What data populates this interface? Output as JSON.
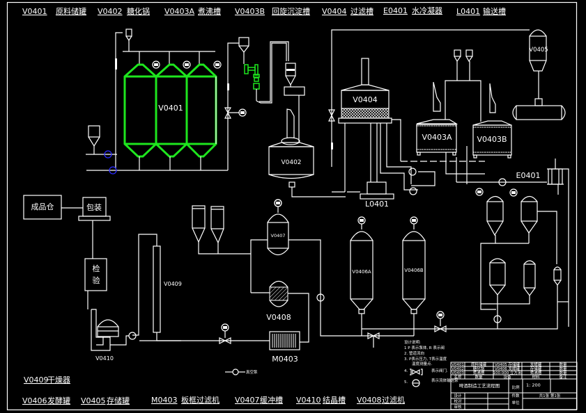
{
  "legend_top": [
    {
      "code": "V0401",
      "name": "原料储罐"
    },
    {
      "code": "V0402",
      "name": "糖化锅"
    },
    {
      "code": "V0403A",
      "name": "煮沸槽"
    },
    {
      "code": "V0403B",
      "name": "回旋沉淀槽"
    },
    {
      "code": "V0404",
      "name": "过滤槽"
    },
    {
      "code": "E0401",
      "name": "水冷凝器"
    },
    {
      "code": "L0401",
      "name": "输送槽"
    }
  ],
  "legend_bottom": [
    {
      "code": "V0409",
      "name": "干燥器"
    },
    {
      "code": "V0406",
      "name": "发酵罐"
    },
    {
      "code": "V0405",
      "name": "存储罐"
    },
    {
      "code": "M0403",
      "name": "板框过滤机"
    },
    {
      "code": "V0407",
      "name": "缓冲槽"
    },
    {
      "code": "V0410",
      "name": "结晶槽"
    },
    {
      "code": "V0408",
      "name": "过滤机"
    }
  ],
  "equipment_labels": {
    "v0401": "V0401",
    "v0402": "V0402",
    "v0403a": "V0403A",
    "v0403b": "V0403B",
    "v0404": "V0404",
    "v0405": "V0405",
    "v0406a": "V0406A",
    "v0406b": "V0406B",
    "v0407": "V0407",
    "v0408": "V0408",
    "v0409": "V0409",
    "v0410": "V0410",
    "e0401": "E0401",
    "l0401": "L0401",
    "m0403": "M0403"
  },
  "process_boxes": {
    "warehouse": "成品仓",
    "packing": "包装",
    "inspect_1": "检",
    "inspect_2": "验"
  },
  "pipe_note": "真空泵",
  "notes": {
    "title": "设计说明:",
    "line1": "1 P 表示泵体, R 表示阀",
    "line2": "2. 管道流向",
    "line3": "3. P表示压力, T表示温度",
    "line4": "温度测量点.",
    "sym_valve_label": "表示阀门.",
    "sym_pump_label": "表示流体输送泵"
  },
  "title_block": {
    "rows": [
      [
        "V0401",
        "原料储罐",
        "V0405 存储罐",
        "发酵罐",
        "数量"
      ],
      [
        "V0402",
        "糖化锅",
        "V0406 发酵罐",
        "存储罐",
        "数量"
      ],
      [
        "V0403",
        "煮沸槽",
        "100.000 立方米",
        "煮沸槽",
        "数量"
      ],
      [
        "名称",
        "数量",
        "设备",
        "材料",
        "备注"
      ]
    ],
    "drawing_title": "啤酒制造工艺流程图",
    "scale_label": "比例",
    "scale_value": "1: 200",
    "designer_label": "设计",
    "check_label": "校对",
    "approve_label": "审核",
    "sheet_label": "件数",
    "sheet_value": "共1张 第1张",
    "unit_label": "单位"
  }
}
